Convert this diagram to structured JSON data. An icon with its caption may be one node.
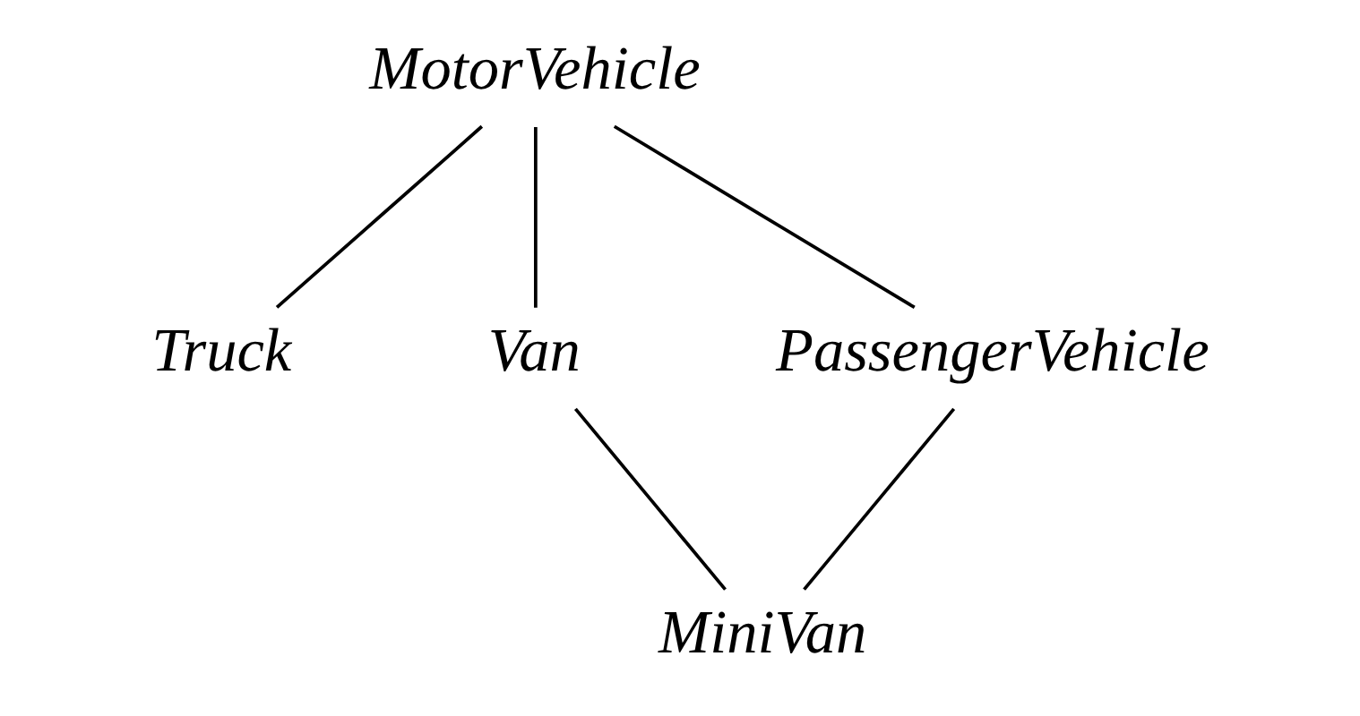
{
  "diagram": {
    "nodes": [
      {
        "text": [
          "MotorVehicle"
        ]
      },
      {
        "text": [
          "Truck"
        ]
      },
      {
        "text": [
          "Van"
        ]
      },
      {
        "text": [
          "PassengerVehicle"
        ]
      },
      {
        "text": [
          "MiniVan"
        ]
      }
    ],
    "edges": [
      {
        "from": 0,
        "to": 1,
        "arrow": "none"
      },
      {
        "from": 0,
        "to": 2,
        "arrow": "none"
      },
      {
        "from": 0,
        "to": 3,
        "arrow": "none"
      },
      {
        "from": 2,
        "to": 4,
        "arrow": "none"
      },
      {
        "from": 3,
        "to": 4,
        "arrow": "none"
      }
    ]
  }
}
